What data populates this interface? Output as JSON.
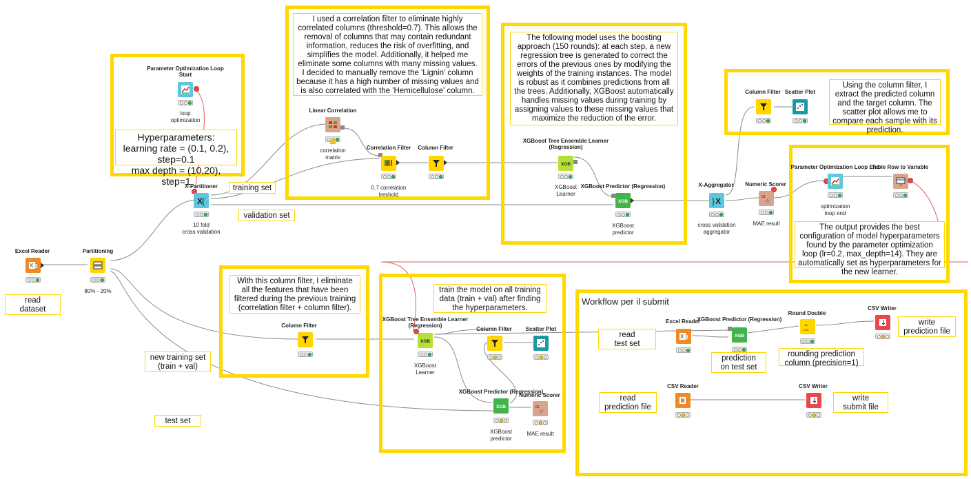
{
  "annotations": {
    "hyper": "Hyperparameters:\nlearning rate = (0.1, 0.2), step=0.1\nmax depth = (10,20), step=1",
    "correlation": "I used a correlation filter to eliminate highly correlated columns (threshold=0.7). This allows the removal of columns that may contain redundant information, reduces the risk of overfitting, and simplifies the model. Additionally, it helped me eliminate some columns with many missing values.\nI decided to manually remove the 'Lignin' column because it has a high number of missing values and is also correlated with the 'Hemicellulose' column.",
    "xgboost": "The following model uses the boosting approach (150 rounds): at each step, a new regression tree is generated to correct the errors of the previous ones by modifying the weights of the training instances. The model is robust as it combines predictions from all the trees. Additionally, XGBoost automatically handles missing values during training by assigning values to these missing values that maximize the reduction of the error.",
    "scatter": "Using the column filter, I extract the predicted column and the target column. The scatter plot allows me to compare each sample with its prediction.",
    "output": "The output provides the best configuration of model hyperparameters found by the parameter optimization loop (lr=0.2, max_depth=14). They are automatically set as hyperparameters for the new learner.",
    "colfilter2": "With this column filter, I eliminate all the features that have been filtered during the previous training (correlation filter + column filter).",
    "trainall": "train the model on all training data (train + val) after finding the hyperparameters.",
    "read_dataset": "read\ndataset",
    "training_set": "training set",
    "validation_set": "validation set",
    "new_training_set": "new training set\n(train + val)",
    "test_set": "test set",
    "read_test_set": "read\ntest set",
    "prediction_test": "prediction\non test set",
    "rounding": "rounding prediction\ncolumn (precision=1)",
    "write_pred": "write\nprediction file",
    "read_pred": "read\nprediction file",
    "write_submit": "write\nsubmit file"
  },
  "submit_workflow_title": "Workflow per il submit",
  "nodes": {
    "excel_reader": {
      "label": "Excel Reader",
      "caption": ""
    },
    "partitioning": {
      "label": "Partitioning",
      "caption": "80% - 20%"
    },
    "param_loop_start": {
      "label": "Parameter Optimization Loop\nStart",
      "caption": "loop\noptimization"
    },
    "x_partitioner": {
      "label": "X-Partitioner",
      "caption": "10 fold\ncross validation"
    },
    "linear_corr": {
      "label": "Linear Correlation",
      "caption": "correlation\nmatrix"
    },
    "corr_filter": {
      "label": "Correlation Filter",
      "caption": "0.7 correlation\ntreshold"
    },
    "col_filter1": {
      "label": "Column Filter",
      "caption": ""
    },
    "xgb_learner1": {
      "label": "XGBoost Tree Ensemble Learner\n(Regression)",
      "caption": "XGBoost\nLearner"
    },
    "xgb_pred1": {
      "label": "XGBoost Predictor (Regression)",
      "caption": "XGBoost\npredictor"
    },
    "x_aggregator": {
      "label": "X-Aggregator",
      "caption": "cross validation\naggregator"
    },
    "numeric_scorer1": {
      "label": "Numeric Scorer",
      "caption": "MAE result"
    },
    "col_filter_top": {
      "label": "Column Filter",
      "caption": ""
    },
    "scatter_top": {
      "label": "Scatter Plot",
      "caption": ""
    },
    "param_loop_end": {
      "label": "Parameter Optimization Loop End",
      "caption": "optimization\nloop end"
    },
    "table_row_var": {
      "label": "Table Row to Variable",
      "caption": ""
    },
    "col_filter2": {
      "label": "Column Filter",
      "caption": ""
    },
    "xgb_learner2": {
      "label": "XGBoost Tree Ensemble Learner\n(Regression)",
      "caption": "XGBoost\nLearner"
    },
    "col_filter3": {
      "label": "Column Filter",
      "caption": ""
    },
    "scatter2": {
      "label": "Scatter Plot",
      "caption": ""
    },
    "xgb_pred2": {
      "label": "XGBoost Predictor (Regression)",
      "caption": "XGBoost\npredictor"
    },
    "numeric_scorer2": {
      "label": "Numeric Scorer",
      "caption": "MAE result"
    },
    "excel_reader2": {
      "label": "Excel Reader",
      "caption": ""
    },
    "xgb_pred3": {
      "label": "XGBoost Predictor (Regression)",
      "caption": ""
    },
    "round_double": {
      "label": "Round Double",
      "caption": ""
    },
    "csv_writer1": {
      "label": "CSV Writer",
      "caption": ""
    },
    "csv_reader": {
      "label": "CSV Reader",
      "caption": ""
    },
    "csv_writer2": {
      "label": "CSV Writer",
      "caption": ""
    }
  },
  "colors": {
    "annotation_border": "#ffd800",
    "source": "#f08a24",
    "manipulator": "#ffd600",
    "learner": "#b5e136",
    "predictor": "#3fb54a",
    "view": "#1a9aa0",
    "other": "#d9a48a",
    "loop": "#5ec7df",
    "writer": "#e84848"
  }
}
